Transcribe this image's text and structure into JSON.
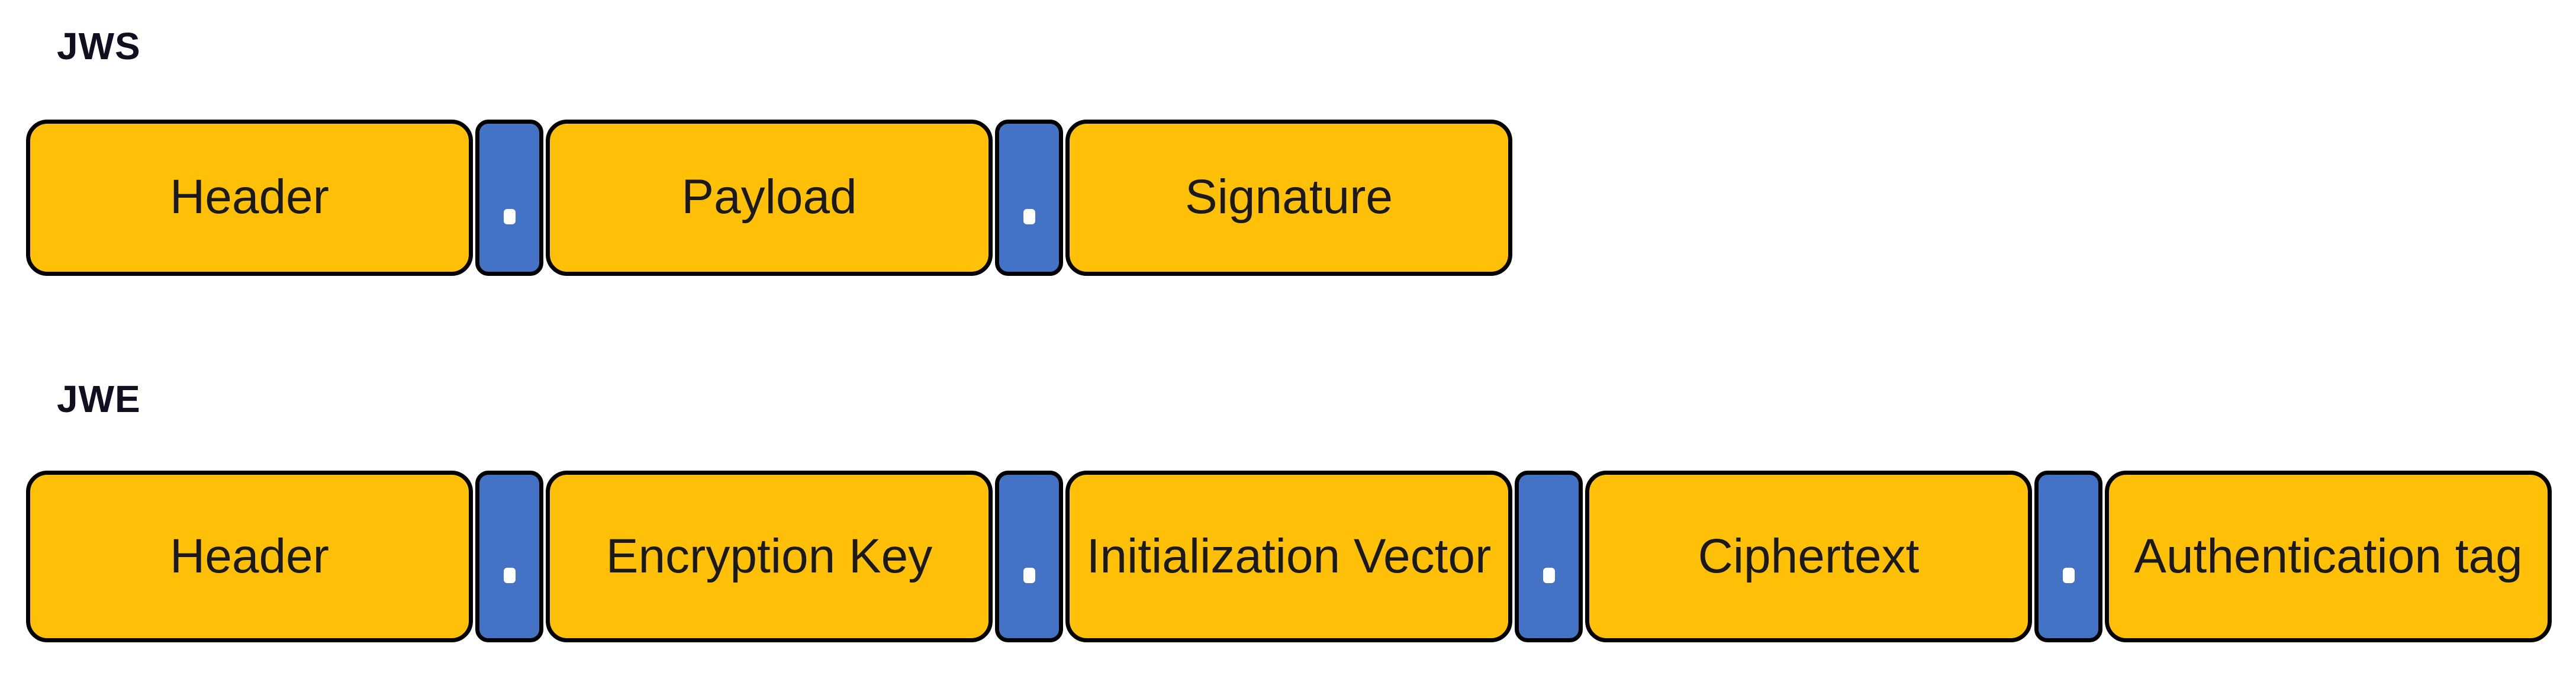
{
  "diagram": {
    "kind": "token-structure-diagram",
    "separator_char": ".",
    "sections": [
      {
        "id": "jws",
        "title": "JWS",
        "segments": [
          "Header",
          "Payload",
          "Signature"
        ]
      },
      {
        "id": "jwe",
        "title": "JWE",
        "segments": [
          "Header",
          "Encryption Key",
          "Initialization Vector",
          "Ciphertext",
          "Authentication tag"
        ]
      }
    ]
  },
  "colors": {
    "background": "#ffffff",
    "box_fill": "#FFC007",
    "separator_fill": "#4472C4",
    "border": "#000000",
    "dot": "#ffffff",
    "title_text": "#101020",
    "box_text": "#1a1a1a"
  }
}
